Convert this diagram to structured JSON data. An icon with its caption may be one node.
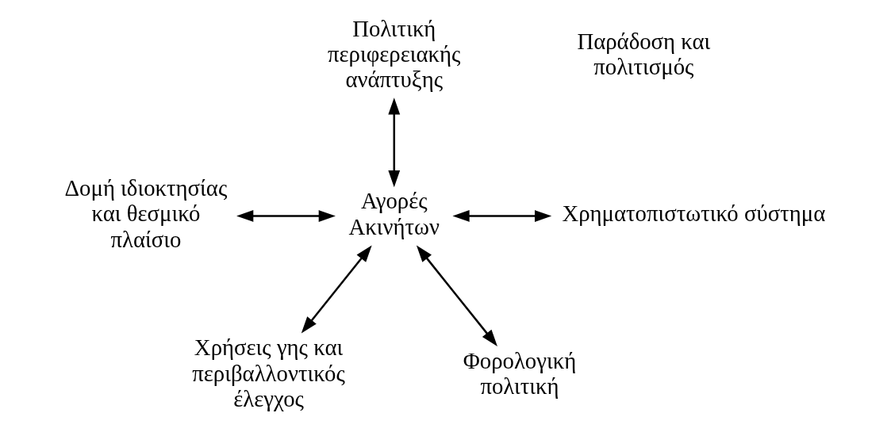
{
  "diagram": {
    "nodes": [
      {
        "text": [
          "Πολιτική περιφερειακής ανάπτυξης"
        ]
      },
      {
        "text": [
          "Δομή ιδιοκτησίας και θεσμικό πλαίσιο"
        ]
      },
      {
        "text": [
          "Αγορές Ακινήτων"
        ]
      },
      {
        "text": [
          "Χρηματοπιστωτικό σύστημα"
        ]
      },
      {
        "text": [
          "Χρήσεις γης και περιβαλλοντικός έλεγχος"
        ]
      },
      {
        "text": [
          "Φορολογική πολιτική"
        ]
      }
    ],
    "edges": [
      {
        "from": 0,
        "to": 2,
        "arrow": "both"
      },
      {
        "from": 1,
        "to": 2,
        "arrow": "both"
      },
      {
        "from": 2,
        "to": 3,
        "arrow": "both"
      },
      {
        "from": 2,
        "to": 4,
        "arrow": "both"
      },
      {
        "from": 2,
        "to": 5,
        "arrow": "both"
      }
    ],
    "labels": [
      "Παράδοση και πολιτισμός"
    ]
  }
}
